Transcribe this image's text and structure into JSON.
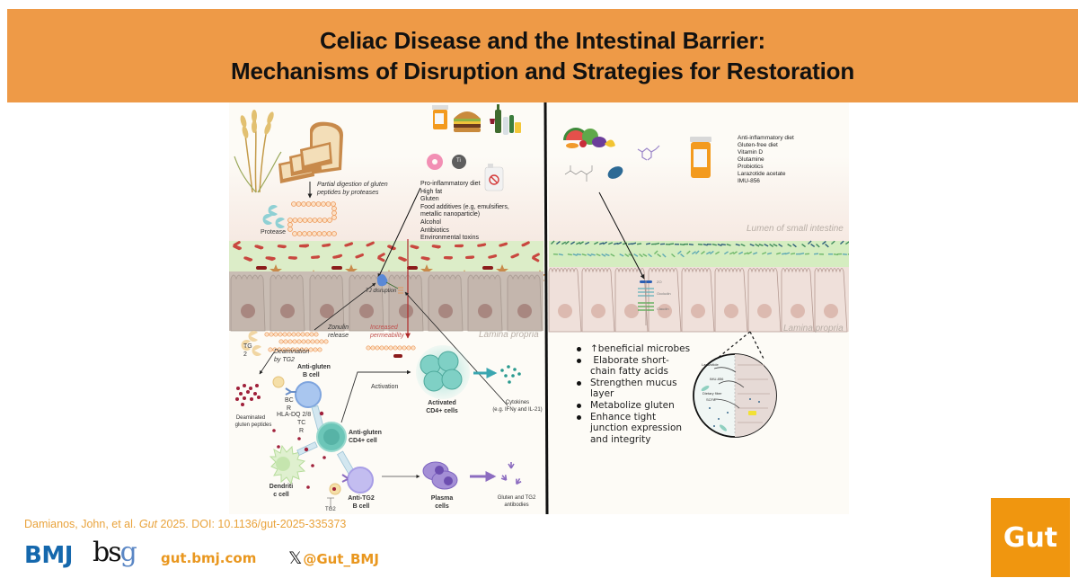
{
  "header": {
    "title_line1": "Celiac Disease and the Intestinal Barrier:",
    "title_line2": "Mechanisms of Disruption and Strategies for Restoration",
    "band_color": "#ee9a47"
  },
  "left_panel": {
    "digestion_label_1": "Partial digestion of gluten",
    "digestion_label_2": "peptides by proteases",
    "protease_label": "Protease",
    "titanium_badge": "Ti",
    "disruptors": [
      "Pro-inflammatory diet",
      "High fat",
      "Gluten",
      "Food additives (e.g, emulsifiers,",
      "metallic nanoparticle)",
      "Alcohol",
      "Antibiotics",
      "Environmental toxins"
    ],
    "tj_disruption_label": "TJ disruption",
    "zonulin_label_1": "Zonulin",
    "zonulin_label_2": "release",
    "permeability_label_1": "Increased",
    "permeability_label_2": "permeability",
    "lamina_propria_label": "Lamina propria",
    "tg2_label_1": "TG",
    "tg2_label_2": "2",
    "deamination_label_1": "Deamination",
    "deamination_label_2": "by TG2",
    "anti_gluten_b_cell_1": "Anti-gluten",
    "anti_gluten_b_cell_2": "B cell",
    "bcr_label_1": "BC",
    "bcr_label_2": "R",
    "hla_label": "HLA-DQ 2/8",
    "tcr_label_1": "TC",
    "tcr_label_2": "R",
    "deaminated_label_1": "Deaminated",
    "deaminated_label_2": "gluten peptides",
    "activation_label": "Activation",
    "activated_cd4_1": "Activated",
    "activated_cd4_2": "CD4+ cells",
    "cytokines_1": "Cytokines",
    "cytokines_2": "(e.g. IFNy and IL-21)",
    "anti_gluten_cd4_1": "Anti-gluten",
    "anti_gluten_cd4_2": "CD4+ cell",
    "dendritic_1": "Dendriti",
    "dendritic_2": "c cell",
    "anti_tg2_b_1": "Anti-TG2",
    "anti_tg2_b_2": "B cell",
    "tg2_bottom": "TG2",
    "plasma_1": "Plasma",
    "plasma_2": "cells",
    "antibodies_1": "Gluten and TG2",
    "antibodies_2": "antibodies"
  },
  "right_panel": {
    "strategies": [
      "Anti-inflammatory diet",
      "Gluten-free diet",
      "Vitamin D",
      "Glutamine",
      "Probiotics",
      "Larazotide acetate",
      "IMU-856"
    ],
    "lumen_label": "Lumen of small intestine",
    "lamina_propria_label": "Lamina propria",
    "benefits": [
      "↑beneficial microbes",
      " Elaborate short-chain fatty acids",
      "Strengthen mucus layer",
      "Metabolize gluten",
      "Enhance tight junction expression and integrity"
    ],
    "benefit_lines": [
      [
        "↑beneficial microbes"
      ],
      [
        " Elaborate short-",
        "chain fatty acids"
      ],
      [
        "Strengthen mucus",
        "layer"
      ],
      [
        "Metabolize gluten"
      ],
      [
        "Enhance tight",
        "junction expression",
        "and integrity"
      ]
    ],
    "inset_labels": {
      "larazotide": "Larazotide",
      "imu": "IMU-856",
      "fiber": "Dietary fiber",
      "scfa": "SCFA"
    },
    "tj_labels": [
      "ZO",
      "Occludin",
      "Claudin"
    ]
  },
  "footer": {
    "citation_authors": "Damianos, John, et al.",
    "citation_journal": "Gut",
    "citation_rest": "2025. DOI: 10.1136/gut-2025-335373",
    "bmj_logo": "BMJ",
    "bsg_logo_bs": "bs",
    "bsg_logo_g": "g",
    "site": "gut.bmj.com",
    "x_icon": "𝕏",
    "x_handle": "@Gut_BMJ",
    "badge": "Gut",
    "accent_color": "#e9971f",
    "bmj_color": "#1568ad"
  }
}
